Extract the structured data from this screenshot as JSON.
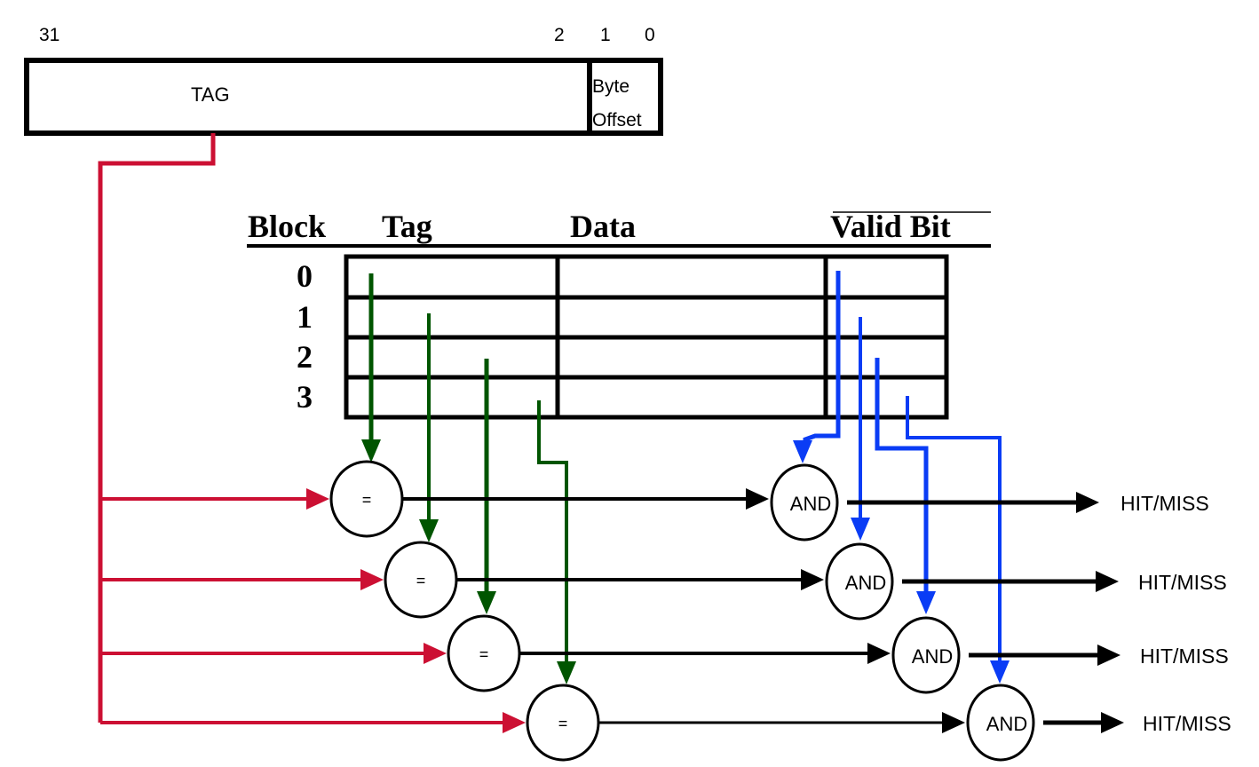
{
  "address": {
    "bit_labels": {
      "high": "31",
      "tag_low": "2",
      "offset_high": "1",
      "offset_low": "0"
    },
    "tag_field_label": "TAG",
    "offset_field_label_line1": "Byte",
    "offset_field_label_line2": "Offset"
  },
  "cache_table": {
    "headers": {
      "block": "Block",
      "tag": "Tag",
      "data": "Data",
      "valid": "Valid Bit"
    },
    "rows": [
      {
        "block": "0"
      },
      {
        "block": "1"
      },
      {
        "block": "2"
      },
      {
        "block": "3"
      }
    ]
  },
  "comparators": [
    {
      "label": "="
    },
    {
      "label": "="
    },
    {
      "label": "="
    },
    {
      "label": "="
    }
  ],
  "and_gates": [
    {
      "label": "AND",
      "output": "HIT/MISS"
    },
    {
      "label": "AND",
      "output": "HIT/MISS"
    },
    {
      "label": "AND",
      "output": "HIT/MISS"
    },
    {
      "label": "AND",
      "output": "HIT/MISS"
    }
  ],
  "colors": {
    "address_tag_wire": "#cc1033",
    "tag_compare_wire": "#005500",
    "valid_bit_wire": "#0a3cf5",
    "gate_wire": "#000000"
  }
}
